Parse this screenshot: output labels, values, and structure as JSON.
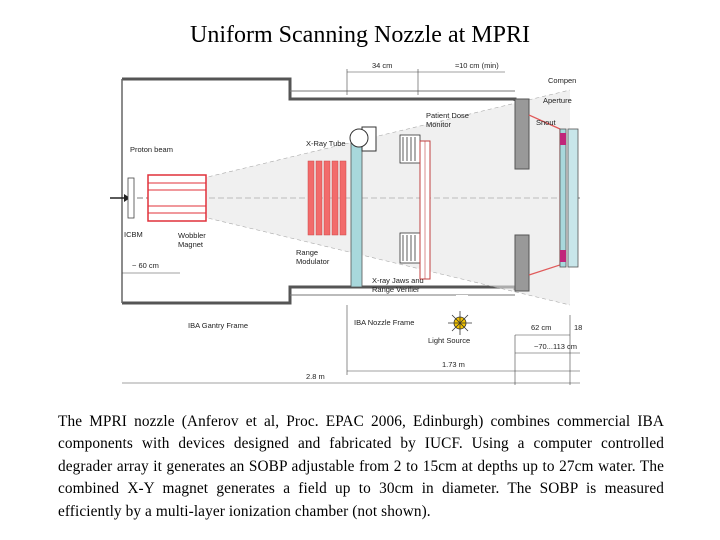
{
  "title": "Uniform Scanning Nozzle at MPRI",
  "diagram": {
    "labels": {
      "dim_34cm": "34 cm",
      "dim_10cm": "≈10 cm (min)",
      "compen": "Compen",
      "aperture": "Aperture",
      "snout": "Snout",
      "patient_dose_monitor_1": "Patient Dose",
      "patient_dose_monitor_2": "Monitor",
      "xray_tube": "X-Ray Tube",
      "proton_beam": "Proton beam",
      "icbm": "ICBM",
      "wobbler_1": "Wobbler",
      "wobbler_2": "Magnet",
      "range_mod_1": "Range",
      "range_mod_2": "Modulator",
      "xray_jaws_1": "X-ray Jaws and",
      "xray_jaws_2": "Range Verifier",
      "dim_60cm": "~ 60 cm",
      "gantry_frame": "IBA Gantry Frame",
      "nozzle_frame": "IBA Nozzle Frame",
      "light_source": "Light Source",
      "dim_62cm": "62 cm",
      "dim_edge": "18",
      "dim_70_113": "~70...113 cm",
      "dim_173": "1.73 m",
      "dim_28": "2.8 m"
    },
    "colors": {
      "range_modulator": "#f26b6b",
      "plates": "#a8d8dc",
      "wobbler": "#e0303a",
      "magenta": "#c0267a",
      "frame": "#555555"
    }
  },
  "caption": "The MPRI nozzle (Anferov et al, Proc. EPAC 2006, Edinburgh) combines commercial IBA components with devices designed and fabricated by IUCF. Using a computer controlled degrader array it generates an SOBP adjustable from 2 to 15cm at depths up to 27cm water. The combined X-Y magnet generates a field up to 30cm in diameter. The SOBP is measured efficiently by a multi-layer ionization chamber (not shown)."
}
